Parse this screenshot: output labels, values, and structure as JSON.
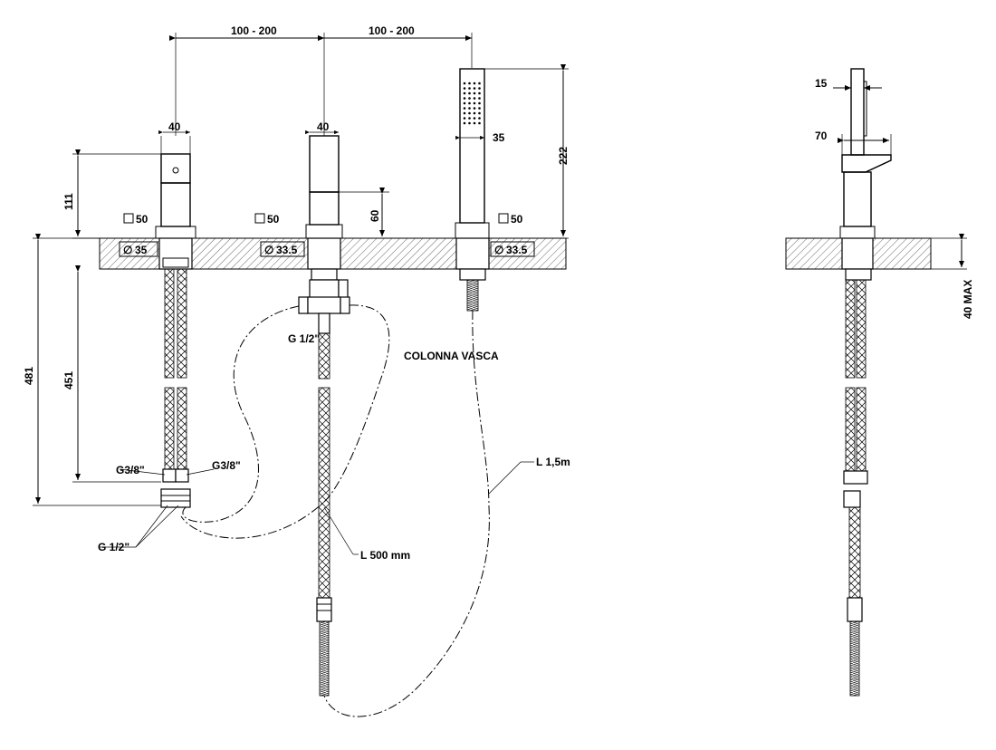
{
  "labels": {
    "span_left": "100 - 200",
    "span_right": "100 - 200",
    "width_tap_left": "40",
    "width_tap_center": "40",
    "width_handshower": "35",
    "height_handshower": "222",
    "height_left_body": "111",
    "height_center_body": "60",
    "square_left": "50",
    "square_center": "50",
    "square_right": "50",
    "hole_left": "35",
    "hole_center": "33.5",
    "hole_right": "33.5",
    "total_depth": "481",
    "pipe_depth": "451",
    "thread_g38_left": "G3/8\"",
    "thread_g38_right": "G3/8\"",
    "thread_g12_bottom": "G 1/2\"",
    "thread_g12_center": "G 1/2\"",
    "colonna_vasca": "COLONNA VASCA",
    "hose_length": "L 1,5m",
    "pipe_length": "L 500 mm",
    "side_15": "15",
    "side_70": "70",
    "deck_max": "40 MAX"
  },
  "symbols": {
    "square_symbol": "square-symbol",
    "diameter_symbol": "diameter-symbol"
  }
}
